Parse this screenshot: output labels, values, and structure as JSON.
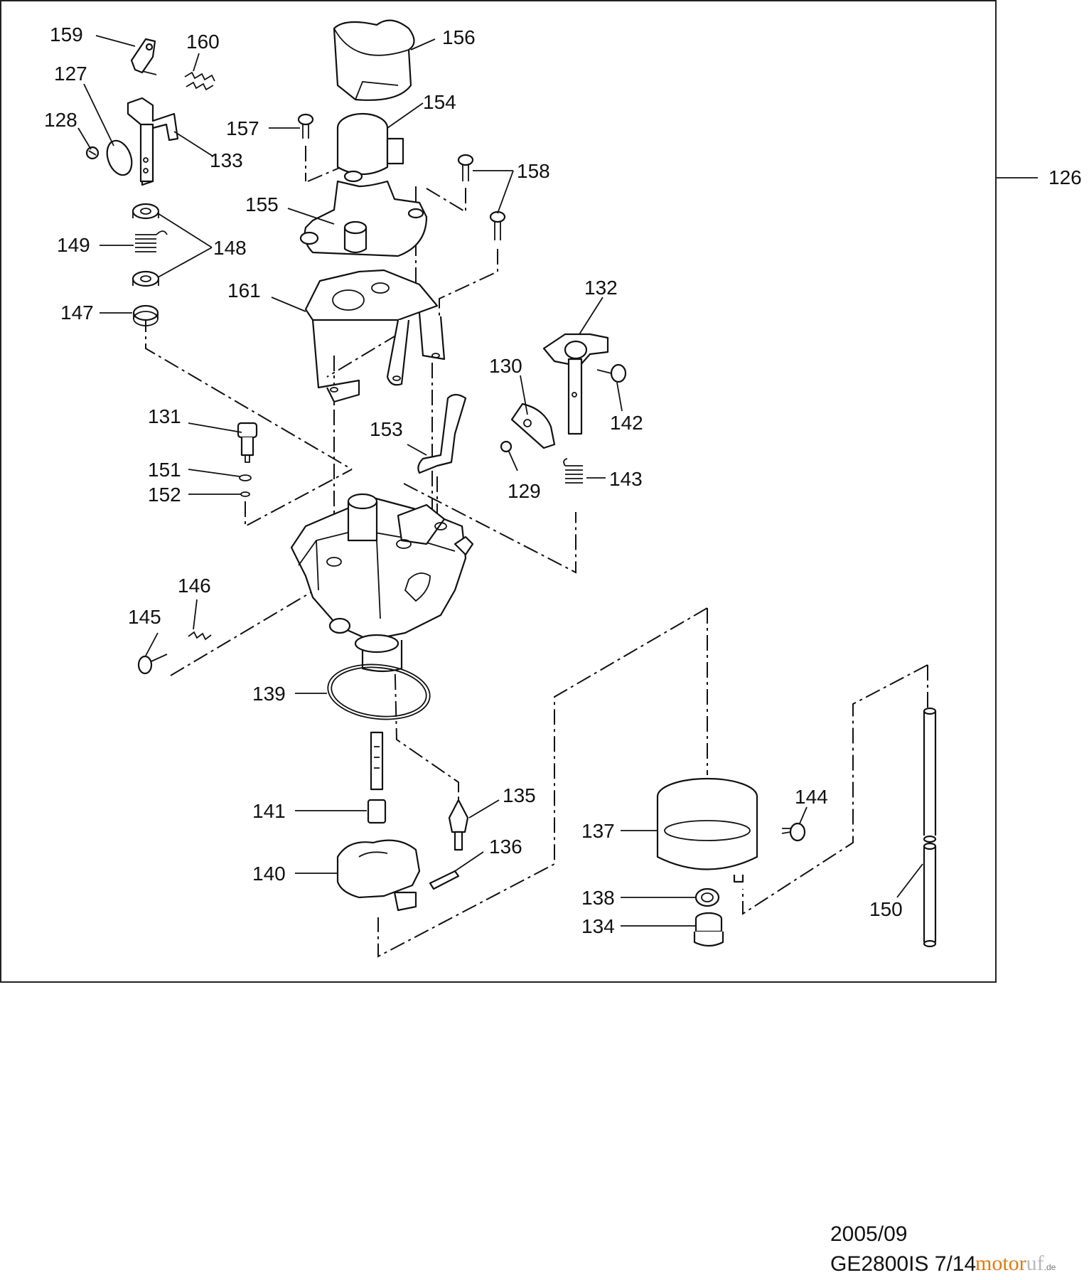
{
  "callouts": [
    {
      "id": "c159",
      "label": "159"
    },
    {
      "id": "c160",
      "label": "160"
    },
    {
      "id": "c127",
      "label": "127"
    },
    {
      "id": "c128",
      "label": "128"
    },
    {
      "id": "c133",
      "label": "133"
    },
    {
      "id": "c149",
      "label": "149"
    },
    {
      "id": "c148",
      "label": "148"
    },
    {
      "id": "c147",
      "label": "147"
    },
    {
      "id": "c156",
      "label": "156"
    },
    {
      "id": "c154",
      "label": "154"
    },
    {
      "id": "c157",
      "label": "157"
    },
    {
      "id": "c158",
      "label": "158"
    },
    {
      "id": "c155",
      "label": "155"
    },
    {
      "id": "c161",
      "label": "161"
    },
    {
      "id": "c126",
      "label": "126"
    },
    {
      "id": "c132",
      "label": "132"
    },
    {
      "id": "c130",
      "label": "130"
    },
    {
      "id": "c142",
      "label": "142"
    },
    {
      "id": "c131",
      "label": "131"
    },
    {
      "id": "c153",
      "label": "153"
    },
    {
      "id": "c151",
      "label": "151"
    },
    {
      "id": "c152",
      "label": "152"
    },
    {
      "id": "c129",
      "label": "129"
    },
    {
      "id": "c143",
      "label": "143"
    },
    {
      "id": "c146",
      "label": "146"
    },
    {
      "id": "c145",
      "label": "145"
    },
    {
      "id": "c139",
      "label": "139"
    },
    {
      "id": "c135",
      "label": "135"
    },
    {
      "id": "c141",
      "label": "141"
    },
    {
      "id": "c136",
      "label": "136"
    },
    {
      "id": "c140",
      "label": "140"
    },
    {
      "id": "c137",
      "label": "137"
    },
    {
      "id": "c144",
      "label": "144"
    },
    {
      "id": "c138",
      "label": "138"
    },
    {
      "id": "c134",
      "label": "134"
    },
    {
      "id": "c150",
      "label": "150"
    }
  ],
  "footer": {
    "date": "2005/09",
    "model": "GE2800IS 7/14"
  },
  "watermark": {
    "part1": "motor",
    "part2": "uf",
    "suffix": ".de"
  }
}
